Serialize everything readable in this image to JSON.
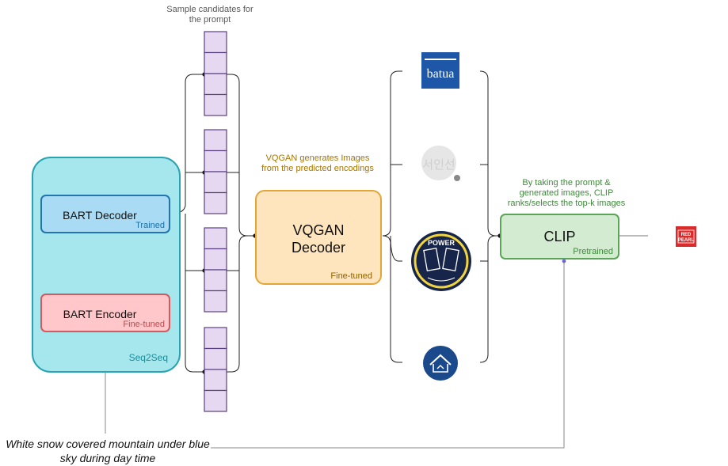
{
  "captions": {
    "candidates": "Sample candidates for the prompt",
    "vqgan_note": "VQGAN generates Images from the predicted encodings",
    "clip_note": "By taking the prompt & generated images, CLIP ranks/selects the top-k images"
  },
  "seq2seq": {
    "label": "Seq2Seq",
    "decoder": {
      "title": "BART Decoder",
      "tag": "Trained"
    },
    "encoder": {
      "title": "BART Encoder",
      "tag": "Fine-tuned"
    }
  },
  "vqgan": {
    "title": "VQGAN Decoder",
    "tag": "Fine-tuned"
  },
  "clip": {
    "title": "CLIP",
    "tag": "Pretrained"
  },
  "prompt": {
    "text": "White snow covered mountain under blue sky during day time"
  },
  "images": {
    "logo1": {
      "text": "batua",
      "icon": "batua-logo-icon"
    },
    "logo2": {
      "text": "서인선",
      "icon": "calligraphy-logo-icon"
    },
    "logo3": {
      "text": "POWER",
      "icon": "power-badge-icon"
    },
    "logo4": {
      "text": "",
      "icon": "house-logo-icon"
    },
    "output": {
      "text": "RED PEARL",
      "icon": "red-pearl-logo-icon"
    }
  },
  "colors": {
    "seq2seq_fill": "#a6e7ee",
    "seq2seq_border": "#2aa3b0",
    "decoder_fill": "#a9dcf4",
    "encoder_fill": "#ffc7c9",
    "vqgan_fill": "#ffe5bd",
    "vqgan_border": "#e3a536",
    "clip_fill": "#d3ecd1",
    "clip_border": "#5aa556",
    "token_fill": "#e6d8f0",
    "token_border": "#5a3f80"
  }
}
